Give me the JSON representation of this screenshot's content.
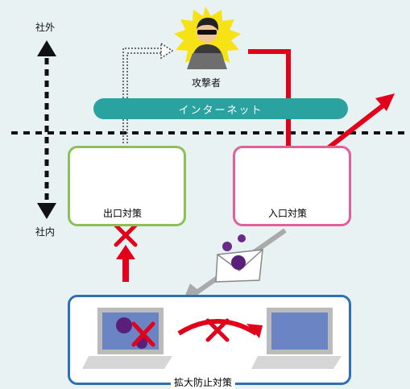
{
  "labels": {
    "outside": "社外",
    "inside": "社内",
    "attacker": "攻撃者",
    "internet": "インターネット",
    "exit_measure": "出口対策",
    "entry_measure": "入口対策",
    "spread_prevention": "拡大防止対策"
  },
  "colors": {
    "background": "#e8f2f2",
    "internet_band": "#2aa3a0",
    "exit_box": "#8cc05a",
    "entry_box": "#e0609a",
    "spread_box": "#2f6fb7",
    "red": "#e3001b",
    "firewall": "#e2614d"
  },
  "icons": [
    "attacker-icon",
    "firewall-icon",
    "mail-virus-icon",
    "laptop-icon",
    "virus-icon",
    "blocked-x-icon"
  ]
}
